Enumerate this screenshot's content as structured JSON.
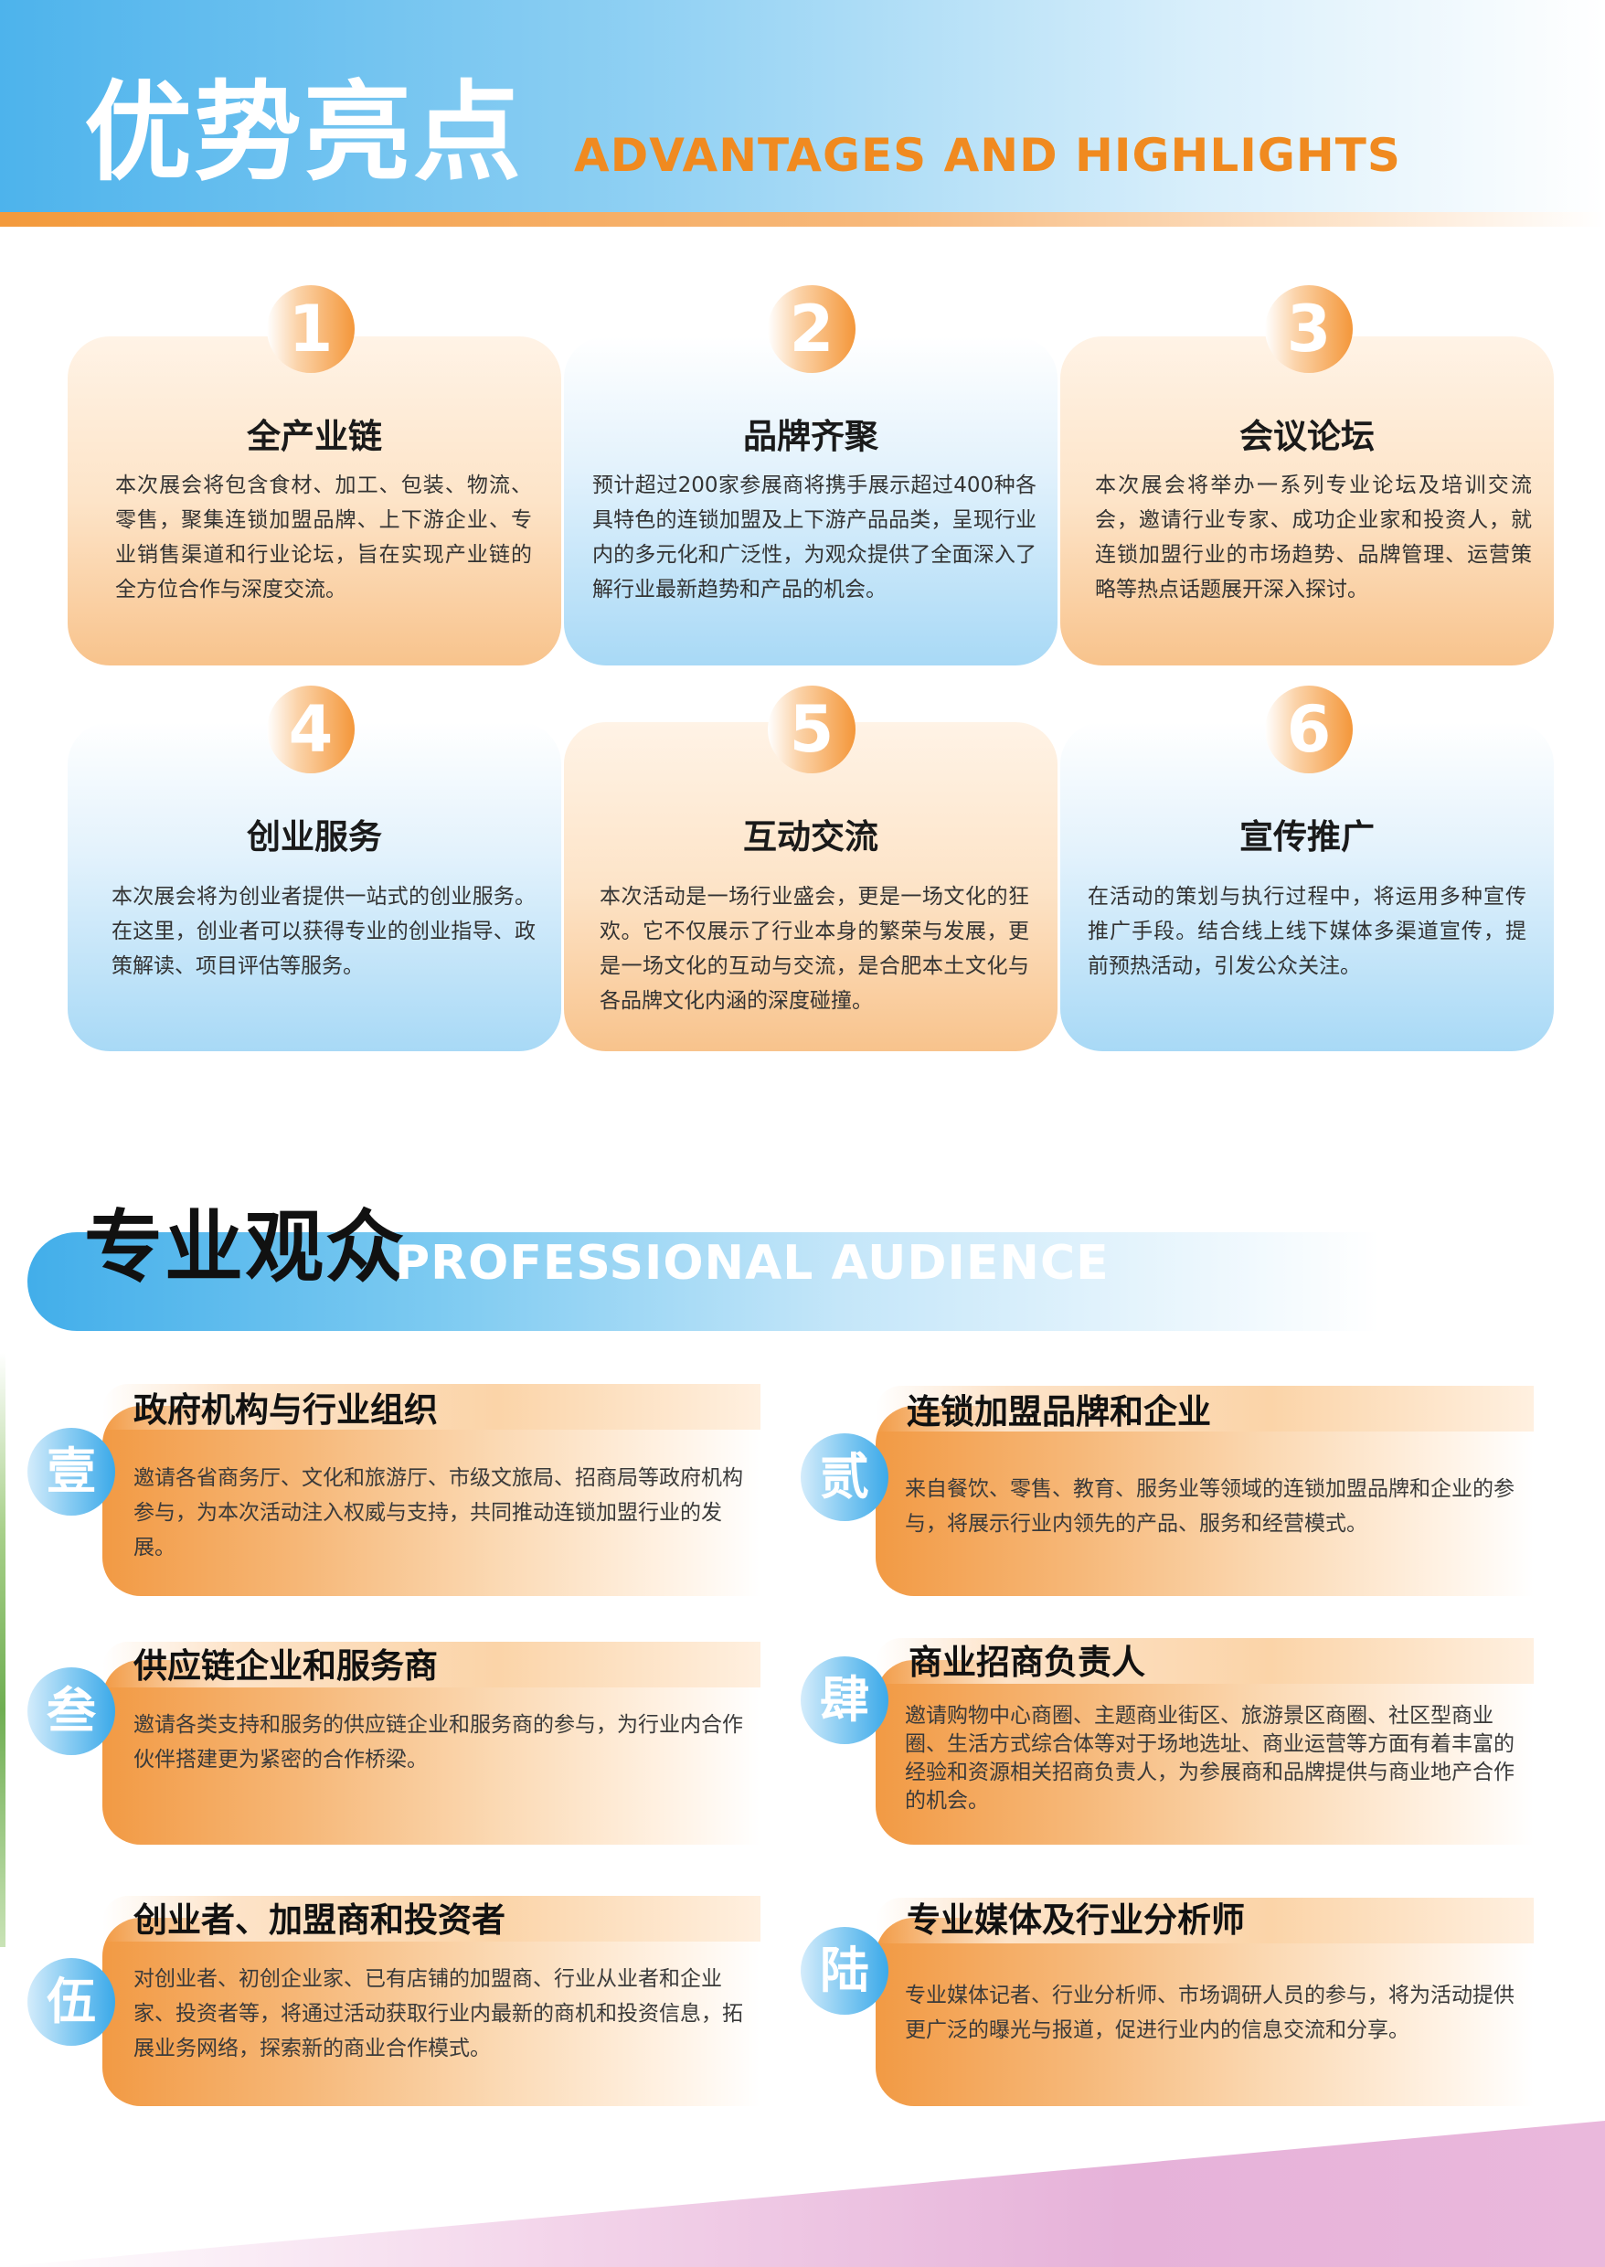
{
  "section1": {
    "title_cn": "优势亮点",
    "title_en": "ADVANTAGES AND HIGHLIGHTS",
    "cards": [
      {
        "num": "1",
        "title": "全产业链",
        "text": "本次展会将包含食材、加工、包装、物流、零售，聚集连锁加盟品牌、上下游企业、专业销售渠道和行业论坛，旨在实现产业链的全方位合作与深度交流。"
      },
      {
        "num": "2",
        "title": "品牌齐聚",
        "text": "预计超过200家参展商将携手展示超过400种各具特色的连锁加盟及上下游产品品类，呈现行业内的多元化和广泛性，为观众提供了全面深入了解行业最新趋势和产品的机会。"
      },
      {
        "num": "3",
        "title": "会议论坛",
        "text": "本次展会将举办一系列专业论坛及培训交流会，邀请行业专家、成功企业家和投资人，就连锁加盟行业的市场趋势、品牌管理、运营策略等热点话题展开深入探讨。"
      },
      {
        "num": "4",
        "title": "创业服务",
        "text": "本次展会将为创业者提供一站式的创业服务。在这里，创业者可以获得专业的创业指导、政策解读、项目评估等服务。"
      },
      {
        "num": "5",
        "title": "互动交流",
        "text": "本次活动是一场行业盛会，更是一场文化的狂欢。它不仅展示了行业本身的繁荣与发展，更是一场文化的互动与交流，是合肥本土文化与各品牌文化内涵的深度碰撞。"
      },
      {
        "num": "6",
        "title": "宣传推广",
        "text": "在活动的策划与执行过程中，将运用多种宣传推广手段。结合线上线下媒体多渠道宣传，提前预热活动，引发公众关注。"
      }
    ]
  },
  "section2": {
    "title_cn": "专业观众",
    "title_en": "PROFESSIONAL AUDIENCE",
    "items": [
      {
        "num": "壹",
        "title": "政府机构与行业组织",
        "text": "邀请各省商务厅、文化和旅游厅、市级文旅局、招商局等政府机构参与，为本次活动注入权威与支持，共同推动连锁加盟行业的发展。"
      },
      {
        "num": "贰",
        "title": "连锁加盟品牌和企业",
        "text": "来自餐饮、零售、教育、服务业等领域的连锁加盟品牌和企业的参与，将展示行业内领先的产品、服务和经营模式。"
      },
      {
        "num": "叁",
        "title": "供应链企业和服务商",
        "text": "邀请各类支持和服务的供应链企业和服务商的参与，为行业内合作伙伴搭建更为紧密的合作桥梁。"
      },
      {
        "num": "肆",
        "title": "商业招商负责人",
        "text": "邀请购物中心商圈、主题商业街区、旅游景区商圈、社区型商业圈、生活方式综合体等对于场地选址、商业运营等方面有着丰富的经验和资源相关招商负责人，为参展商和品牌提供与商业地产合作的机会。"
      },
      {
        "num": "伍",
        "title": "创业者、加盟商和投资者",
        "text": "对创业者、初创企业家、已有店铺的加盟商、行业从业者和企业家、投资者等，将通过活动获取行业内最新的商机和投资信息，拓展业务网络，探索新的商业合作模式。"
      },
      {
        "num": "陆",
        "title": "专业媒体及行业分析师",
        "text": "专业媒体记者、行业分析师、市场调研人员的参与，将为活动提供更广泛的曝光与报道，促进行业内的信息交流和分享。"
      }
    ]
  }
}
